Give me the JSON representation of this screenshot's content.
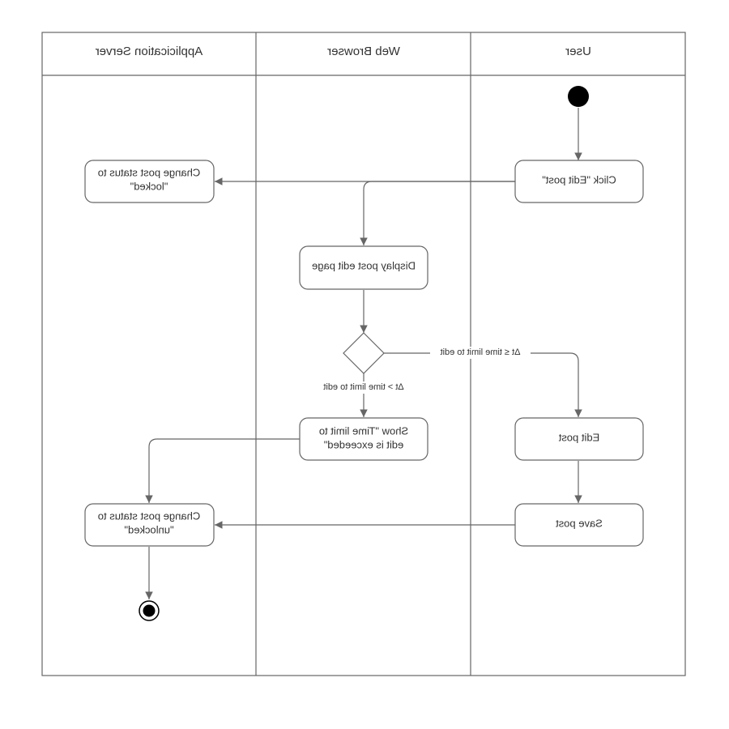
{
  "lanes": {
    "server": "Applicication Server",
    "browser": "Web Browser",
    "user": "User"
  },
  "nodes": {
    "click_edit": "Click \"Edit post\"",
    "lock_l1": "Change post status to",
    "lock_l2": "\"locked\"",
    "display_edit": "Display post edit page",
    "show_l1": "Show \"Time limit to",
    "show_l2": "edit is exceeded\"",
    "edit_post": "Edit post",
    "save_post": "Save post",
    "unlock_l1": "Change post status to",
    "unlock_l2": "\"unlocked\""
  },
  "edges": {
    "within_limit": "Δt ≤ time limit to edit",
    "over_limit": "Δt > time limit to edit"
  },
  "note": {
    "mirrored": true
  }
}
